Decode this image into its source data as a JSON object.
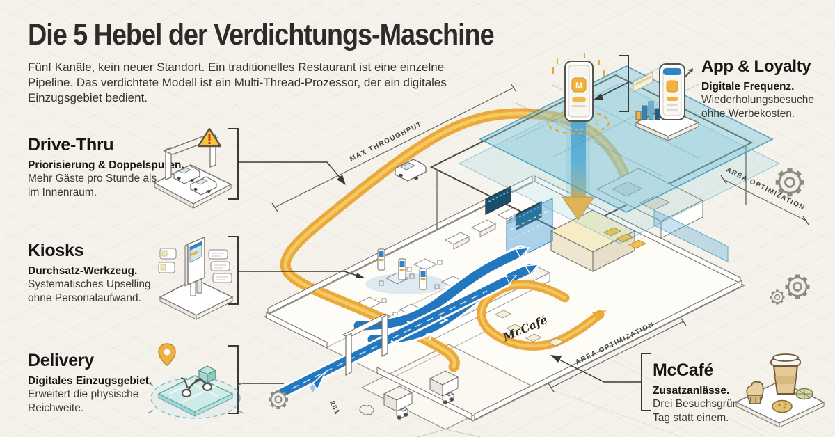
{
  "header": {
    "title": "Die 5 Hebel der Verdichtungs-Maschine",
    "subtitle": "Fünf Kanäle, kein neuer Standort. Ein traditionelles Restaurant ist eine einzelne Pipeline. Das verdichtete Modell ist ein Multi-Thread-Prozessor, der ein digitales Einzugsgebiet bedient."
  },
  "levers": {
    "drive_thru": {
      "title": "Drive-Thru",
      "lead": "Priorisierung & Doppelspuren.",
      "body": "Mehr Gäste pro Stunde als im Innenraum."
    },
    "kiosks": {
      "title": "Kiosks",
      "lead": "Durchsatz-Werkzeug.",
      "body": "Systematisches Upselling ohne Personalaufwand."
    },
    "delivery": {
      "title": "Delivery",
      "lead": "Digitales Einzugsgebiet.",
      "body": "Erweitert die physische Reichweite."
    },
    "app_loyalty": {
      "title": "App & Loyalty",
      "lead": "Digitale Frequenz.",
      "body": "Wiederholungsbesuche ohne Werbekosten."
    },
    "mccafe": {
      "title": "McCafé",
      "lead": "Zusatzanlässe.",
      "body": "Drei Besuchsgründe pro Tag statt einem."
    }
  },
  "diagram": {
    "labels": {
      "max_throughput": "MAX THROUGHPUT",
      "area_optimization_right": "AREA OPTIMIZATION",
      "area_optimization_bottom": "AREA OPTIMIZATION",
      "mccafe_script": "McCafé",
      "dimension_small": "281",
      "phone_logo": "M"
    },
    "colors": {
      "paper": "#F4F2EB",
      "ink": "#2C2B29",
      "accent_yellow": "#EBA93B",
      "accent_blue": "#2277BE",
      "digital_teal": "#7CC4DA",
      "outline_gray": "#8E8B82",
      "warning_red": "#C23B22"
    }
  }
}
